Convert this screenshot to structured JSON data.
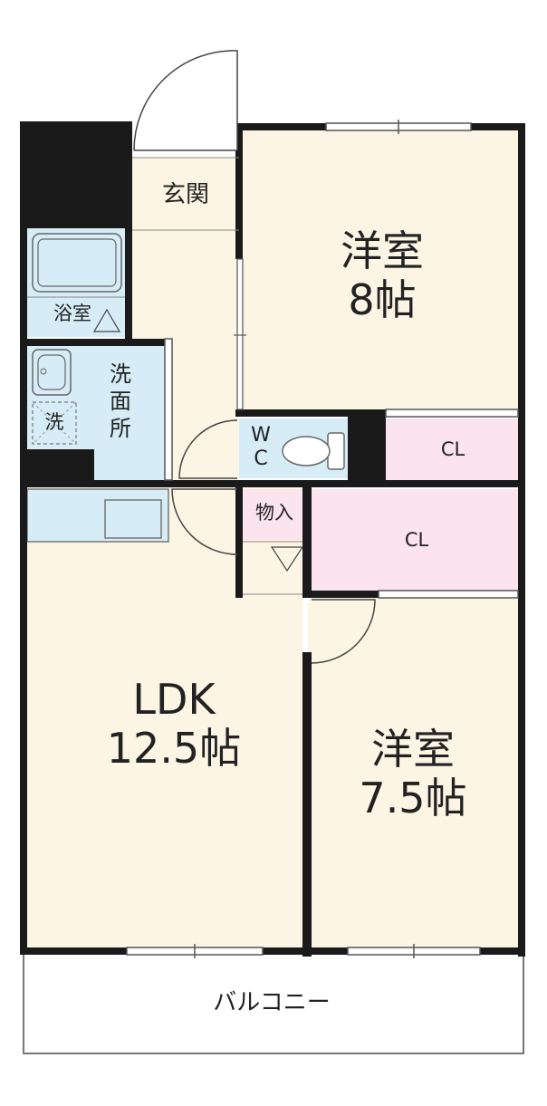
{
  "rooms": {
    "western_room_1": {
      "name": "洋室",
      "size": "8帖"
    },
    "western_room_2": {
      "name": "洋室",
      "size": "7.5帖"
    },
    "ldk": {
      "name": "LDK",
      "size": "12.5帖"
    },
    "entrance": "玄関",
    "bathroom": "浴室",
    "washroom": "洗面所",
    "washer": "洗",
    "toilet": "WC",
    "storage": "物入",
    "closet_1": "CL",
    "closet_2": "CL",
    "balcony": "バルコニー"
  },
  "colors": {
    "room_fill": "#fcf5e4",
    "wet_area_fill": "#d6ecf7",
    "closet_fill": "#fce4ee",
    "wall": "#1a1a1a",
    "fixture_stroke": "#666666"
  }
}
